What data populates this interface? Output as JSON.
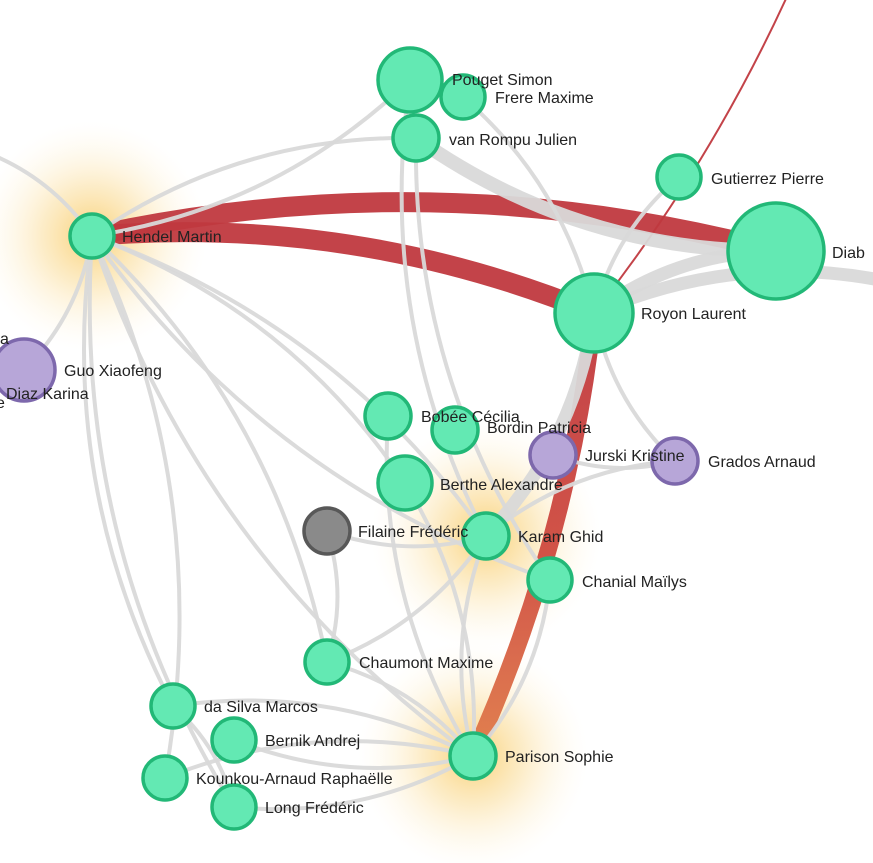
{
  "colors": {
    "node_green": "#63e9b3",
    "node_green_stroke": "#22b877",
    "node_purple": "#b7a6d8",
    "node_purple_stroke": "#7d68ac",
    "node_gray": "#8a8a8a",
    "node_gray_stroke": "#585858",
    "edge_gray": "#d9d9d9",
    "edge_red": "#c0393f",
    "edge_orange": "#e07c4a",
    "halo": "#f7c24a"
  },
  "nodes": [
    {
      "id": "hendel",
      "label": "Hendel Martin",
      "color": "green",
      "halo": true
    },
    {
      "id": "pouget",
      "label": "Pouget Simon",
      "color": "green"
    },
    {
      "id": "frere",
      "label": "Frere Maxime",
      "color": "green"
    },
    {
      "id": "vanrompu",
      "label": "van Rompu Julien",
      "color": "green"
    },
    {
      "id": "gutierrez",
      "label": "Gutierrez Pierre",
      "color": "green"
    },
    {
      "id": "diab",
      "label": "Diab",
      "color": "green"
    },
    {
      "id": "royon",
      "label": "Royon Laurent",
      "color": "green"
    },
    {
      "id": "guo",
      "label": "Guo Xiaofeng",
      "color": "purple"
    },
    {
      "id": "diazk",
      "label": "Diaz Karina",
      "color": "purple"
    },
    {
      "id": "bobee",
      "label": "Bobée Cécilia",
      "color": "green"
    },
    {
      "id": "bordin",
      "label": "Bordin Patricia",
      "color": "green"
    },
    {
      "id": "jurski",
      "label": "Jurski Kristine",
      "color": "purple"
    },
    {
      "id": "grados",
      "label": "Grados Arnaud",
      "color": "purple"
    },
    {
      "id": "berthe",
      "label": "Berthe Alexandre",
      "color": "green"
    },
    {
      "id": "filaine",
      "label": "Filaine Frédéric",
      "color": "gray"
    },
    {
      "id": "karam",
      "label": "Karam Ghid",
      "color": "green",
      "halo": true
    },
    {
      "id": "chanial",
      "label": "Chanial Maïlys",
      "color": "green"
    },
    {
      "id": "chaumont",
      "label": "Chaumont Maxime",
      "color": "green"
    },
    {
      "id": "dasilva",
      "label": "da Silva Marcos",
      "color": "green"
    },
    {
      "id": "bernik",
      "label": "Bernik Andrej",
      "color": "green"
    },
    {
      "id": "kounkou",
      "label": "Kounkou-Arnaud Raphaëlle",
      "color": "green"
    },
    {
      "id": "parison",
      "label": "Parison Sophie",
      "color": "green",
      "halo": true
    },
    {
      "id": "long",
      "label": "Long Frédéric",
      "color": "green"
    }
  ],
  "fragments": [
    {
      "id": "frag-a",
      "label": "a"
    },
    {
      "id": "frag-e",
      "label": "e"
    }
  ],
  "edges": [
    {
      "from": "hendel",
      "to": "royon",
      "style": "red"
    },
    {
      "from": "hendel",
      "to": "diab",
      "style": "red"
    },
    {
      "from": "royon",
      "to": "parison",
      "style": "red-gradient"
    },
    {
      "from": "royon",
      "to": "offscreen-top-right",
      "style": "red-thin"
    },
    {
      "from": "vanrompu",
      "to": "diab",
      "style": "gray"
    },
    {
      "from": "royon",
      "to": "diab",
      "style": "gray"
    },
    {
      "from": "royon",
      "to": "grados",
      "style": "gray"
    },
    {
      "from": "royon",
      "to": "karam",
      "style": "gray"
    },
    {
      "from": "jurski",
      "to": "grados",
      "style": "gray"
    },
    {
      "from": "karam",
      "to": "grados",
      "style": "gray"
    },
    {
      "from": "hendel",
      "to": "parison",
      "style": "gray"
    },
    {
      "from": "hendel",
      "to": "chaumont",
      "style": "gray"
    },
    {
      "from": "hendel",
      "to": "dasilva",
      "style": "gray"
    },
    {
      "from": "hendel",
      "to": "kounkou",
      "style": "gray"
    },
    {
      "from": "hendel",
      "to": "long",
      "style": "gray"
    },
    {
      "from": "hendel",
      "to": "karam",
      "style": "gray"
    },
    {
      "from": "hendel",
      "to": "chanial",
      "style": "gray"
    },
    {
      "from": "hendel",
      "to": "berthe",
      "style": "gray"
    },
    {
      "from": "hendel",
      "to": "pouget",
      "style": "gray"
    },
    {
      "from": "hendel",
      "to": "vanrompu",
      "style": "gray"
    },
    {
      "from": "hendel",
      "to": "offscreen-left",
      "style": "gray"
    },
    {
      "from": "hendel",
      "to": "guo",
      "style": "gray"
    },
    {
      "from": "pouget",
      "to": "karam",
      "style": "gray"
    },
    {
      "from": "frere",
      "to": "royon",
      "style": "gray"
    },
    {
      "from": "vanrompu",
      "to": "chanial",
      "style": "gray"
    },
    {
      "from": "filaine",
      "to": "chaumont",
      "style": "gray"
    },
    {
      "from": "filaine",
      "to": "karam",
      "style": "gray"
    },
    {
      "from": "chaumont",
      "to": "parison",
      "style": "gray"
    },
    {
      "from": "chaumont",
      "to": "karam",
      "style": "gray"
    },
    {
      "from": "dasilva",
      "to": "parison",
      "style": "gray"
    },
    {
      "from": "bernik",
      "to": "parison",
      "style": "gray"
    },
    {
      "from": "kounkou",
      "to": "parison",
      "style": "gray"
    },
    {
      "from": "long",
      "to": "parison",
      "style": "gray"
    },
    {
      "from": "dasilva",
      "to": "long",
      "style": "gray"
    },
    {
      "from": "bobee",
      "to": "parison",
      "style": "gray"
    },
    {
      "from": "berthe",
      "to": "parison",
      "style": "gray"
    },
    {
      "from": "karam",
      "to": "parison",
      "style": "gray"
    },
    {
      "from": "chanial",
      "to": "parison",
      "style": "gray"
    },
    {
      "from": "gutierrez",
      "to": "royon",
      "style": "gray"
    },
    {
      "from": "royon",
      "to": "offscreen-right",
      "style": "gray"
    }
  ]
}
